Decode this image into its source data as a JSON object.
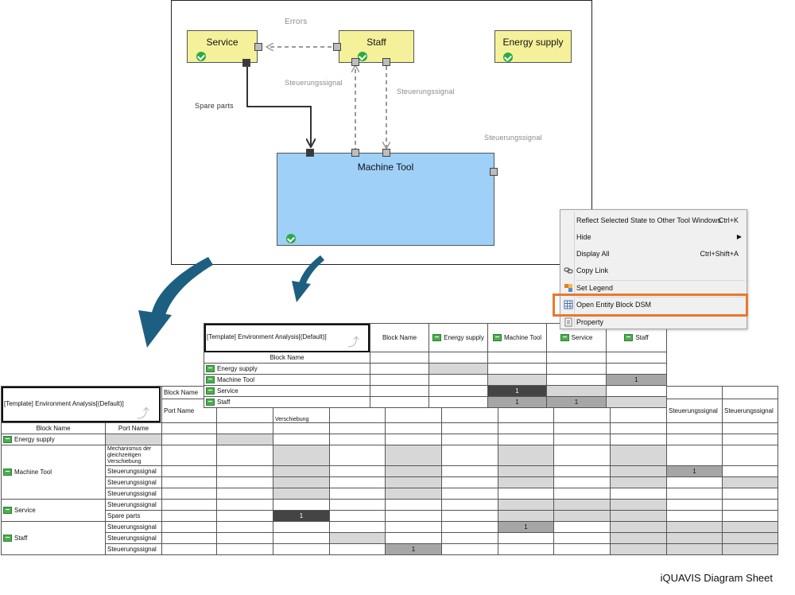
{
  "diagram": {
    "blocks": [
      {
        "name": "Service"
      },
      {
        "name": "Staff"
      },
      {
        "name": "Energy supply"
      },
      {
        "name": "Machine Tool"
      }
    ],
    "flows": {
      "errors": "Errors",
      "steuer_1": "Steuerungssignal",
      "steuer_2": "Steuerungssignal",
      "steuer_3": "Steuerungssignal",
      "spare_parts": "Spare parts"
    }
  },
  "context_menu": {
    "items": [
      {
        "label": "Reflect Selected State to Other Tool Windows",
        "shortcut": "Ctrl+K",
        "icon": "none"
      },
      {
        "label": "Hide",
        "shortcut": "",
        "icon": "submenu-arrow"
      },
      {
        "label": "Display All",
        "shortcut": "Ctrl+Shift+A",
        "icon": "none"
      },
      {
        "label": "Copy Link",
        "shortcut": "",
        "icon": "link-icon"
      },
      {
        "label": "Set Legend",
        "shortcut": "",
        "icon": "legend-icon"
      },
      {
        "label": "Open Entity Block DSM",
        "shortcut": "",
        "icon": "dsm-grid-icon"
      },
      {
        "label": "Property",
        "shortcut": "",
        "icon": "property-icon"
      }
    ],
    "highlighted_item": "Open Entity Block DSM",
    "highlight_color": "#e8792c"
  },
  "block_dsm": {
    "template_label": "[Template] Environment Analysis[(Default)]",
    "col_header": "Block Name",
    "row_header": "Block Name",
    "columns": [
      "Energy supply",
      "Machine Tool",
      "Service",
      "Staff"
    ],
    "rows": [
      "Energy supply",
      "Machine Tool",
      "Service",
      "Staff"
    ],
    "marks": {
      "one": "1"
    }
  },
  "port_dsm": {
    "template_label": "[Template] Environment Analysis[(Default)]",
    "block_name_header": "Block Name",
    "port_name_header": "Port Name",
    "row_block_header": "Block Name",
    "row_port_header": "Port Name",
    "visible_col_fragment": "Verschiebung",
    "right_col_labels": [
      "Steuerungssignal",
      "Steuerungssignal"
    ],
    "row_groups": [
      {
        "block": "Energy supply",
        "ports": [
          ""
        ]
      },
      {
        "block": "Machine Tool",
        "ports": [
          "Mechanismus der gleichzeitigen Verschiebung",
          "Steuerungssignal",
          "Steuerungssignal",
          "Steuerungssignal"
        ]
      },
      {
        "block": "Service",
        "ports": [
          "Steuerungssignal",
          "Spare parts"
        ]
      },
      {
        "block": "Staff",
        "ports": [
          "Steuerungssignal",
          "Steuerungssignal",
          "Steuerungssignal"
        ]
      }
    ],
    "marks": {
      "one": "1"
    }
  },
  "caption": "iQUAVIS Diagram Sheet",
  "colors": {
    "block_yellow": "#f5f19a",
    "block_blue": "#9fd0f8",
    "check_green": "#2bab41",
    "arrow_teal": "#1d5f80",
    "cell_light": "#d7d7d7",
    "cell_mid": "#a6a6a6",
    "cell_dark": "#444444"
  }
}
